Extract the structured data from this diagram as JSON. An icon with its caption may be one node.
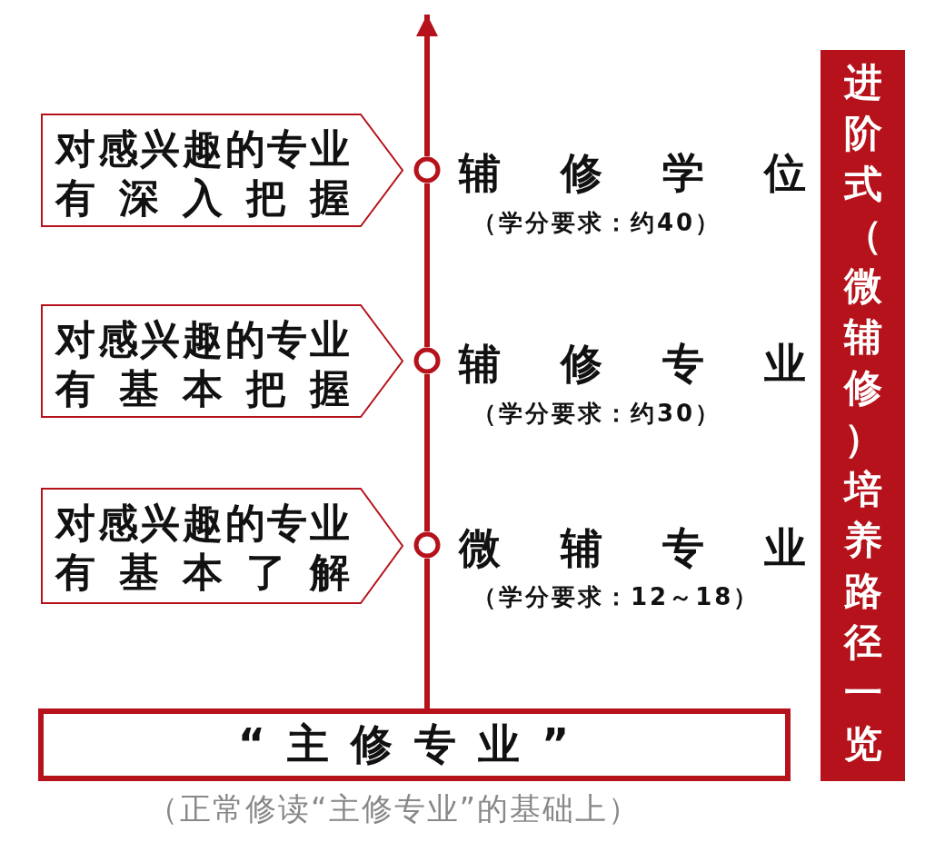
{
  "diagram": {
    "title": "进阶式（微辅修）培养路径一览",
    "nodes": [
      {
        "text": [
          "对感兴趣的专业有深入把握"
        ]
      },
      {
        "text": [],
        "shape": "circle"
      },
      {
        "text": [
          "对感兴趣的专业有基本把握"
        ]
      },
      {
        "text": [],
        "shape": "circle"
      },
      {
        "text": [
          "对感兴趣的专业有基本了解"
        ]
      },
      {
        "text": [],
        "shape": "circle"
      },
      {
        "text": [
          "“主修专业”"
        ],
        "beside": [
          "（正常修读“主修专业”的基础上）"
        ]
      }
    ],
    "edges": [
      {
        "from": 6,
        "to": 5,
        "arrow": "none"
      },
      {
        "from": 5,
        "to": 3,
        "arrow": "none"
      },
      {
        "from": 3,
        "to": 1,
        "arrow": "none"
      },
      {
        "from": 1,
        "to": null,
        "arrow": "to"
      }
    ],
    "labels": [
      "辅修学位",
      "（学分要求：约40）",
      "辅修专业",
      "（学分要求：约30）",
      "微辅专业",
      "（学分要求：12～18）"
    ]
  }
}
